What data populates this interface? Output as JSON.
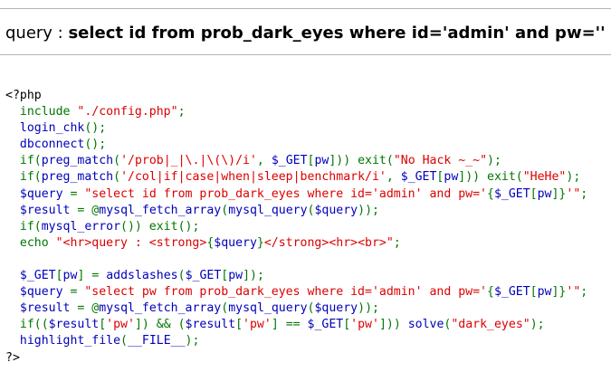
{
  "query_bar": {
    "prefix": "query : ",
    "sql": "select id from prob_dark_eyes where id='admin' and pw=''"
  },
  "source_code": {
    "lines": [
      [
        {
          "c": "html",
          "t": "<?php"
        }
      ],
      [
        {
          "c": "keyword",
          "t": "  include "
        },
        {
          "c": "string",
          "t": "\"./config.php\""
        },
        {
          "c": "keyword",
          "t": ";"
        }
      ],
      [
        {
          "c": "keyword",
          "t": "  "
        },
        {
          "c": "default",
          "t": "login_chk"
        },
        {
          "c": "keyword",
          "t": "();"
        }
      ],
      [
        {
          "c": "keyword",
          "t": "  "
        },
        {
          "c": "default",
          "t": "dbconnect"
        },
        {
          "c": "keyword",
          "t": "();"
        }
      ],
      [
        {
          "c": "keyword",
          "t": "  if("
        },
        {
          "c": "default",
          "t": "preg_match"
        },
        {
          "c": "keyword",
          "t": "("
        },
        {
          "c": "string",
          "t": "'/prob|_|\\.|\\(\\)/i'"
        },
        {
          "c": "keyword",
          "t": ", "
        },
        {
          "c": "default",
          "t": "$_GET"
        },
        {
          "c": "keyword",
          "t": "["
        },
        {
          "c": "default",
          "t": "pw"
        },
        {
          "c": "keyword",
          "t": "])) exit("
        },
        {
          "c": "string",
          "t": "\"No Hack ~_~\""
        },
        {
          "c": "keyword",
          "t": ");"
        }
      ],
      [
        {
          "c": "keyword",
          "t": "  if("
        },
        {
          "c": "default",
          "t": "preg_match"
        },
        {
          "c": "keyword",
          "t": "("
        },
        {
          "c": "string",
          "t": "'/col|if|case|when|sleep|benchmark/i'"
        },
        {
          "c": "keyword",
          "t": ", "
        },
        {
          "c": "default",
          "t": "$_GET"
        },
        {
          "c": "keyword",
          "t": "["
        },
        {
          "c": "default",
          "t": "pw"
        },
        {
          "c": "keyword",
          "t": "])) exit("
        },
        {
          "c": "string",
          "t": "\"HeHe\""
        },
        {
          "c": "keyword",
          "t": ");"
        }
      ],
      [
        {
          "c": "keyword",
          "t": "  "
        },
        {
          "c": "default",
          "t": "$query "
        },
        {
          "c": "keyword",
          "t": "= "
        },
        {
          "c": "string",
          "t": "\"select id from prob_dark_eyes where id='admin' and pw='"
        },
        {
          "c": "keyword",
          "t": "{"
        },
        {
          "c": "default",
          "t": "$_GET"
        },
        {
          "c": "keyword",
          "t": "["
        },
        {
          "c": "default",
          "t": "pw"
        },
        {
          "c": "keyword",
          "t": "]}"
        },
        {
          "c": "string",
          "t": "'\""
        },
        {
          "c": "keyword",
          "t": ";"
        }
      ],
      [
        {
          "c": "keyword",
          "t": "  "
        },
        {
          "c": "default",
          "t": "$result "
        },
        {
          "c": "keyword",
          "t": "= @"
        },
        {
          "c": "default",
          "t": "mysql_fetch_array"
        },
        {
          "c": "keyword",
          "t": "("
        },
        {
          "c": "default",
          "t": "mysql_query"
        },
        {
          "c": "keyword",
          "t": "("
        },
        {
          "c": "default",
          "t": "$query"
        },
        {
          "c": "keyword",
          "t": "));"
        }
      ],
      [
        {
          "c": "keyword",
          "t": "  if("
        },
        {
          "c": "default",
          "t": "mysql_error"
        },
        {
          "c": "keyword",
          "t": "()) exit();"
        }
      ],
      [
        {
          "c": "keyword",
          "t": "  echo "
        },
        {
          "c": "string",
          "t": "\"<hr>query : <strong>"
        },
        {
          "c": "keyword",
          "t": "{"
        },
        {
          "c": "default",
          "t": "$query"
        },
        {
          "c": "keyword",
          "t": "}"
        },
        {
          "c": "string",
          "t": "</strong><hr><br>\""
        },
        {
          "c": "keyword",
          "t": ";"
        }
      ],
      [
        {
          "c": "keyword",
          "t": ""
        }
      ],
      [
        {
          "c": "keyword",
          "t": "  "
        },
        {
          "c": "default",
          "t": "$_GET"
        },
        {
          "c": "keyword",
          "t": "["
        },
        {
          "c": "default",
          "t": "pw"
        },
        {
          "c": "keyword",
          "t": "] = "
        },
        {
          "c": "default",
          "t": "addslashes"
        },
        {
          "c": "keyword",
          "t": "("
        },
        {
          "c": "default",
          "t": "$_GET"
        },
        {
          "c": "keyword",
          "t": "["
        },
        {
          "c": "default",
          "t": "pw"
        },
        {
          "c": "keyword",
          "t": "]);"
        }
      ],
      [
        {
          "c": "keyword",
          "t": "  "
        },
        {
          "c": "default",
          "t": "$query "
        },
        {
          "c": "keyword",
          "t": "= "
        },
        {
          "c": "string",
          "t": "\"select pw from prob_dark_eyes where id='admin' and pw='"
        },
        {
          "c": "keyword",
          "t": "{"
        },
        {
          "c": "default",
          "t": "$_GET"
        },
        {
          "c": "keyword",
          "t": "["
        },
        {
          "c": "default",
          "t": "pw"
        },
        {
          "c": "keyword",
          "t": "]}"
        },
        {
          "c": "string",
          "t": "'\""
        },
        {
          "c": "keyword",
          "t": ";"
        }
      ],
      [
        {
          "c": "keyword",
          "t": "  "
        },
        {
          "c": "default",
          "t": "$result "
        },
        {
          "c": "keyword",
          "t": "= @"
        },
        {
          "c": "default",
          "t": "mysql_fetch_array"
        },
        {
          "c": "keyword",
          "t": "("
        },
        {
          "c": "default",
          "t": "mysql_query"
        },
        {
          "c": "keyword",
          "t": "("
        },
        {
          "c": "default",
          "t": "$query"
        },
        {
          "c": "keyword",
          "t": "));"
        }
      ],
      [
        {
          "c": "keyword",
          "t": "  if(("
        },
        {
          "c": "default",
          "t": "$result"
        },
        {
          "c": "keyword",
          "t": "["
        },
        {
          "c": "string",
          "t": "'pw'"
        },
        {
          "c": "keyword",
          "t": "]) && ("
        },
        {
          "c": "default",
          "t": "$result"
        },
        {
          "c": "keyword",
          "t": "["
        },
        {
          "c": "string",
          "t": "'pw'"
        },
        {
          "c": "keyword",
          "t": "] == "
        },
        {
          "c": "default",
          "t": "$_GET"
        },
        {
          "c": "keyword",
          "t": "["
        },
        {
          "c": "string",
          "t": "'pw'"
        },
        {
          "c": "keyword",
          "t": "])) "
        },
        {
          "c": "default",
          "t": "solve"
        },
        {
          "c": "keyword",
          "t": "("
        },
        {
          "c": "string",
          "t": "\"dark_eyes\""
        },
        {
          "c": "keyword",
          "t": ");"
        }
      ],
      [
        {
          "c": "keyword",
          "t": "  "
        },
        {
          "c": "default",
          "t": "highlight_file"
        },
        {
          "c": "keyword",
          "t": "("
        },
        {
          "c": "default",
          "t": "__FILE__"
        },
        {
          "c": "keyword",
          "t": ");"
        }
      ],
      [
        {
          "c": "html",
          "t": "?>"
        }
      ]
    ]
  },
  "colors": {
    "default": "#0000bb",
    "keyword": "#007700",
    "string": "#dd0000",
    "html": "#000000",
    "hr": "#b5b5b5"
  }
}
